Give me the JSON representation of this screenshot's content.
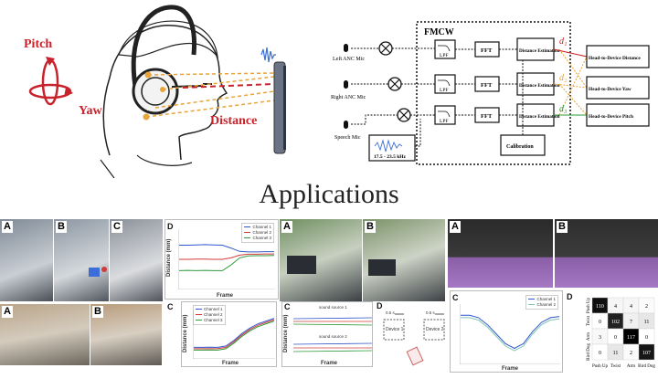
{
  "colors": {
    "red": "#c8232c",
    "orange": "#e9a43a",
    "green": "#2f9a3a",
    "blue": "#3b6ed8",
    "ch1": "#3355cc",
    "ch2": "#d23a3a",
    "ch3": "#2f9a3a"
  },
  "illustration": {
    "pitch_label": "Pitch",
    "yaw_label": "Yaw",
    "distance_label": "Distance"
  },
  "block_diagram": {
    "title": "FMCW",
    "mics": [
      "Left ANC Mic",
      "Right ANC Mic",
      "Speech Mic"
    ],
    "lpf": "LPF",
    "fft": "FFT",
    "distance_estimation": "Distance Estimation",
    "calibration": "Calibration",
    "chirp_range": "17.5 - 23.5 kHz",
    "distance_symbols": [
      "d₁",
      "d₂",
      "d₃"
    ],
    "outputs": [
      "Head-to-Device Distance",
      "Head-to-Device Yaw",
      "Head-to-Device Pitch"
    ]
  },
  "section_title": "Applications",
  "panels": {
    "left": {
      "a": "A",
      "b": "B",
      "c": "C",
      "d": "D",
      "a2": "A",
      "b2": "B",
      "c2": "C",
      "d2": "D"
    },
    "mid": {
      "a": "A",
      "b": "B"
    },
    "right": {
      "a": "A",
      "b": "B",
      "c": "C",
      "d": "D"
    }
  },
  "plot_text": {
    "frame": "Frame",
    "distance_mm": "Distance (mm)",
    "channel_legend": [
      "Channel 1",
      "Channel 2",
      "Channel 3"
    ],
    "source1": "sound source 1",
    "source2": "sound source 2",
    "device1": "Device 1",
    "device2": "Device 2",
    "offset": "0.5 s"
  },
  "confusion": {
    "row_labels": [
      "Push Up",
      "Twist",
      "Arm",
      "Bird Dog"
    ],
    "col_labels": [
      "Push Up",
      "Twist",
      "Arm",
      "Bird Dog"
    ],
    "values": [
      [
        110,
        4,
        4,
        2
      ],
      [
        0,
        102,
        7,
        11
      ],
      [
        3,
        0,
        117,
        0
      ],
      [
        0,
        11,
        2,
        107
      ]
    ]
  },
  "chart_data": [
    {
      "type": "line",
      "panel": "D",
      "xlabel": "Frame",
      "ylabel": "Distance (mm)",
      "series": [
        {
          "name": "Channel 1",
          "values": [
            650,
            650,
            651,
            652,
            651,
            650,
            640,
            628,
            626,
            626,
            627,
            627
          ]
        },
        {
          "name": "Channel 2",
          "values": [
            600,
            600,
            601,
            601,
            600,
            600,
            605,
            615,
            618,
            618,
            619,
            619
          ]
        },
        {
          "name": "Channel 3",
          "values": [
            560,
            561,
            560,
            561,
            560,
            560,
            580,
            605,
            612,
            613,
            613,
            614
          ]
        }
      ]
    },
    {
      "type": "line",
      "panel": "C",
      "xlabel": "Frame",
      "ylabel": "Distance (mm)",
      "series": [
        {
          "name": "Channel 1",
          "values": [
            420,
            420,
            421,
            420,
            430,
            470,
            520,
            560,
            590,
            610,
            630
          ]
        },
        {
          "name": "Channel 2",
          "values": [
            410,
            410,
            410,
            411,
            420,
            460,
            510,
            550,
            580,
            600,
            620
          ]
        },
        {
          "name": "Channel 3",
          "values": [
            400,
            400,
            401,
            400,
            410,
            450,
            500,
            540,
            570,
            590,
            610
          ]
        }
      ]
    },
    {
      "type": "line",
      "panel": "C",
      "xlabel": "Frame",
      "ylabel": "Distance (mm)",
      "series": [
        {
          "name": "Channel 1",
          "values": [
            640,
            640,
            630,
            600,
            560,
            520,
            500,
            520,
            570,
            610,
            630,
            635
          ]
        },
        {
          "name": "Channel 2",
          "values": [
            630,
            630,
            620,
            590,
            550,
            510,
            490,
            510,
            560,
            600,
            620,
            625
          ]
        }
      ]
    },
    {
      "type": "heatmap",
      "panel": "D",
      "rows": [
        "Push Up",
        "Twist",
        "Arm",
        "Bird Dog"
      ],
      "cols": [
        "Push Up",
        "Twist",
        "Arm",
        "Bird Dog"
      ],
      "values": [
        [
          110,
          4,
          4,
          2
        ],
        [
          0,
          102,
          7,
          11
        ],
        [
          3,
          0,
          117,
          0
        ],
        [
          0,
          11,
          2,
          107
        ]
      ]
    }
  ]
}
